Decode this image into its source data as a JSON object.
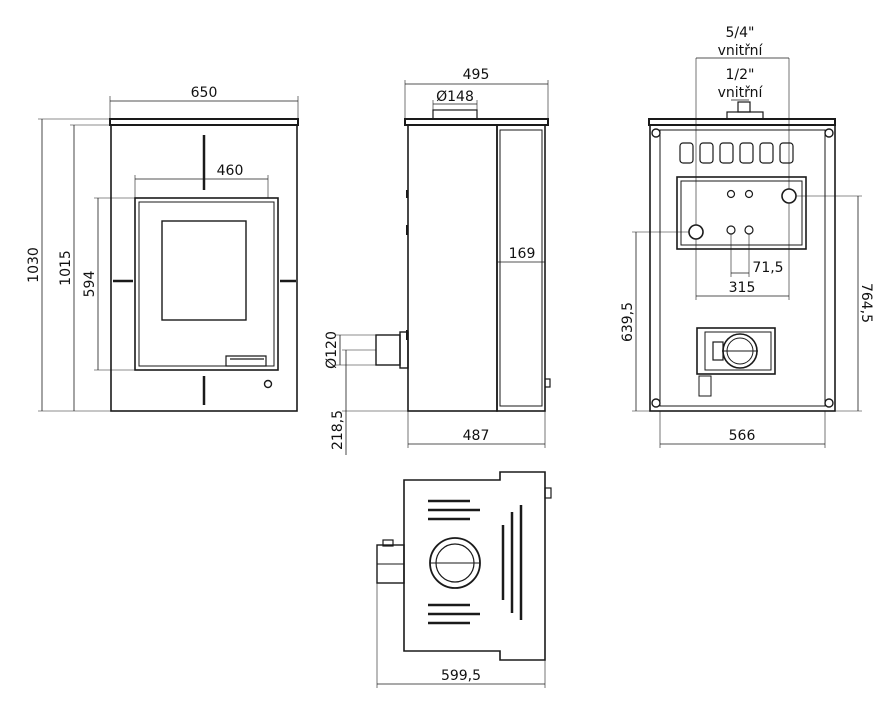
{
  "front_view": {
    "width": "650",
    "window_width": "460",
    "height_total": "1030",
    "height_body": "1015",
    "window_height": "594"
  },
  "side_view": {
    "width_top": "495",
    "width_bottom": "487",
    "flue_diameter_top": "Ø148",
    "flue_diameter_side": "Ø120",
    "flue_height": "218,5",
    "panel_depth": "169"
  },
  "rear_view": {
    "pipe_large_size": "5/4\"",
    "pipe_large_note": "vnitřní",
    "pipe_small_size": "1/2\"",
    "pipe_small_note": "vnitřní",
    "pipe_spacing_small": "71,5",
    "pipe_spacing_large": "315",
    "height_lower": "639,5",
    "height_upper": "764,5",
    "width": "566"
  },
  "top_view": {
    "depth": "599,5"
  }
}
